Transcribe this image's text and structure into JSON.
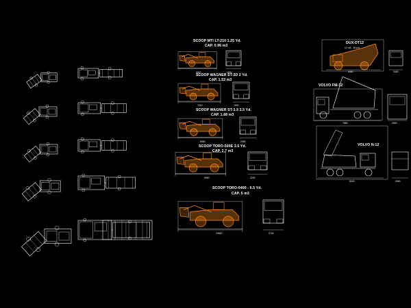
{
  "drawing": {
    "background": "#000000",
    "line_color": "#ffffff",
    "machine_color": "#ff8c1a",
    "scoops": [
      {
        "title": "SCOOP MTI LT-210 1.25 Yd.",
        "capacity": "CAP. 0.96 m3",
        "dims": [
          "6520",
          "1800"
        ]
      },
      {
        "title": "SCOOP WAGNER ST-2D 2 Yd.",
        "capacity": "CAP. 1.53 m3",
        "dims": [
          "7010",
          "1930"
        ]
      },
      {
        "title": "SCOOP WAGNER ST-3.5 3.5 Yd.",
        "capacity": "CAP. 1.68 m3",
        "dims": [
          "8460",
          "2080"
        ]
      },
      {
        "title": "SCOOP TORO-500E 3.5 Yd.",
        "capacity": "CAP. 2.7 m3",
        "dims": [
          "9060",
          "2200"
        ]
      },
      {
        "title": "SCOOP TORO-0400 - 6.5 Yd.",
        "capacity": "CAP. 5 m3",
        "dims": [
          "10820",
          "2740"
        ]
      }
    ],
    "trucks": [
      {
        "title": "DUX-DT12",
        "subtitle": "12 m3 - 38 ton",
        "dims": [
          "8460",
          "2450"
        ]
      },
      {
        "title": "VOLVO FM-12",
        "dims": [
          "7850",
          "2500"
        ]
      },
      {
        "title": "VOLVO N-12",
        "dims": [
          "8240",
          "2550"
        ]
      }
    ]
  }
}
